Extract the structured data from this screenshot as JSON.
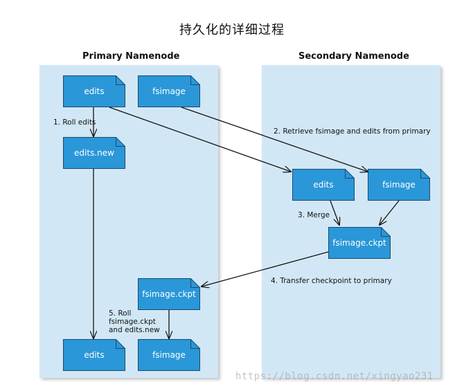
{
  "title": "持久化的详细过程",
  "primary": {
    "header": "Primary Namenode"
  },
  "secondary": {
    "header": "Secondary Namenode"
  },
  "documents": {
    "p_edits": "edits",
    "p_fsimage": "fsimage",
    "p_edits_new": "edits.new",
    "s_edits": "edits",
    "s_fsimage": "fsimage",
    "s_ckpt": "fsimage.ckpt",
    "p_ckpt": "fsimage.ckpt",
    "p_edits_final": "edits",
    "p_fsimage_final": "fsimage"
  },
  "steps": {
    "step1": "1. Roll edits",
    "step2": "2. Retrieve fsimage and edits from primary",
    "step3": "3. Merge",
    "step4": "4. Transfer checkpoint to primary",
    "step5_line1": "5. Roll",
    "step5_line2": "fsimage.ckpt",
    "step5_line3": "and edits.new"
  },
  "watermark": "https://blog.csdn.net/xingyao231",
  "colors": {
    "panel": "#d2e7f5",
    "doc_fill": "#2a97d8",
    "doc_border": "#1a4a6e",
    "arrow": "#111111"
  }
}
